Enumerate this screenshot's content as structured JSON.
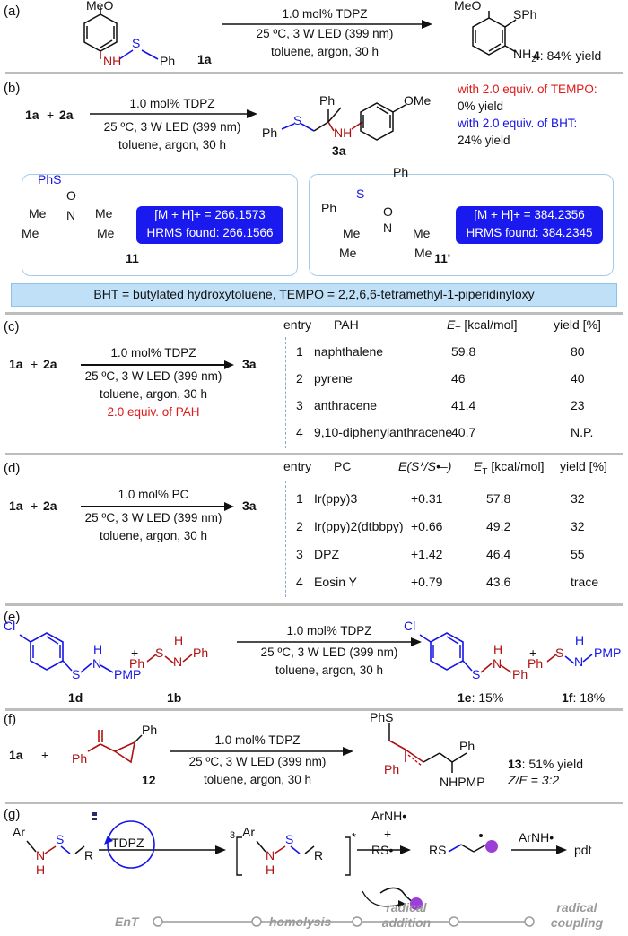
{
  "colors": {
    "blue_bond": "#1414e6",
    "red_bond": "#b01010",
    "rule": "#bdbdbd",
    "banner": "#bfe0f7",
    "hrms_bg": "#1a1aee",
    "purple": "#9b3fd6",
    "grey_mech": "#9a9a9a"
  },
  "panel_a": {
    "label": "(a)",
    "sm_label": "1a",
    "conditions": [
      "1.0 mol% TDPZ",
      "25 ºC, 3 W LED (399 nm)",
      "toluene, argon, 30 h"
    ],
    "product_label": "4",
    "product_yield": ": 84% yield",
    "atoms": {
      "meo": "MeO",
      "nh": "NH",
      "s": "S",
      "ph": "Ph",
      "sph": "SPh",
      "nh2": "NH",
      "nh2_sub": "2"
    }
  },
  "panel_b": {
    "label": "(b)",
    "reactants": [
      "1a",
      "+",
      "2a"
    ],
    "conditions": [
      "1.0 mol% TDPZ",
      "25 ºC, 3 W LED (399 nm)",
      "toluene, argon, 30 h"
    ],
    "product_label": "3a",
    "notes": [
      {
        "text": "with 2.0 equiv. of TEMPO:",
        "color": "red"
      },
      {
        "text": "0% yield",
        "color": "black"
      },
      {
        "text": "with 2.0 equiv. of BHT:",
        "color": "blue"
      },
      {
        "text": "24% yield",
        "color": "black"
      }
    ],
    "adduct1": {
      "label": "11",
      "mz": "[M + H]+ = 266.1573",
      "found": "HRMS found: 266.1566"
    },
    "adduct2": {
      "label": "11'",
      "mz": "[M + H]+ = 384.2356",
      "found": "HRMS found: 384.2345"
    },
    "banner": "BHT = butylated hydroxytoluene, TEMPO = 2,2,6,6-tetramethyl-1-piperidinyloxy",
    "atoms": {
      "ph": "Ph",
      "ome": "OMe",
      "nh": "NH",
      "s": "S",
      "phs": "PhS",
      "o": "O",
      "n": "N",
      "me": "Me"
    }
  },
  "panel_c": {
    "label": "(c)",
    "reactants": [
      "1a",
      "+",
      "2a"
    ],
    "conditions": [
      "1.0 mol% TDPZ",
      "25 ºC, 3 W LED (399 nm)",
      "toluene, argon, 30 h"
    ],
    "extra_condition": "2.0 equiv. of PAH",
    "product_label": "3a",
    "headers": [
      "entry",
      "PAH",
      "E",
      "T",
      " [kcal/mol]",
      "yield [%]"
    ],
    "rows": [
      [
        "1",
        "naphthalene",
        "59.8",
        "80"
      ],
      [
        "2",
        "pyrene",
        "46",
        "40"
      ],
      [
        "3",
        "anthracene",
        "41.4",
        "23"
      ],
      [
        "4",
        "9,10-diphenylanthracene",
        "40.7",
        "N.P."
      ]
    ]
  },
  "panel_d": {
    "label": "(d)",
    "reactants": [
      "1a",
      "+",
      "2a"
    ],
    "conditions": [
      "1.0 mol% PC",
      "25 ºC, 3 W LED (399 nm)",
      "toluene, argon, 30 h"
    ],
    "product_label": "3a",
    "headers": [
      "entry",
      "PC",
      "E(S*/S•–)",
      "E",
      "T",
      " [kcal/mol]",
      "yield [%]"
    ],
    "rows": [
      [
        "1",
        "Ir(ppy)3",
        "+0.31",
        "57.8",
        "32"
      ],
      [
        "2",
        "Ir(ppy)2(dtbbpy)",
        "+0.66",
        "49.2",
        "32"
      ],
      [
        "3",
        "DPZ",
        "+1.42",
        "46.4",
        "55"
      ],
      [
        "4",
        "Eosin Y",
        "+0.79",
        "43.6",
        "trace"
      ]
    ]
  },
  "panel_e": {
    "label": "(e)",
    "conditions": [
      "1.0 mol% TDPZ",
      "25 ºC, 3 W LED (399 nm)",
      "toluene, argon, 30 h"
    ],
    "labels": [
      "1d",
      "1b",
      "1e",
      "1f"
    ],
    "yields": [
      ": 15%",
      ": 18%"
    ],
    "atoms": {
      "cl": "Cl",
      "s": "S",
      "h": "H",
      "n": "N",
      "pmp": "PMP",
      "ph": "Ph",
      "plus": "+"
    }
  },
  "panel_f": {
    "label": "(f)",
    "sm": "1a",
    "plus": "+",
    "reagent_label": "12",
    "conditions": [
      "1.0 mol% TDPZ",
      "25 ºC, 3 W LED (399 nm)",
      "toluene, argon, 30 h"
    ],
    "product_label": "13",
    "product_yield": ": 51% yield",
    "ratio": "Z/E = 3:2",
    "atoms": {
      "phs": "PhS",
      "ph": "Ph",
      "nhpmp": "NHPMP"
    }
  },
  "panel_g": {
    "label": "(g)",
    "catalyst": "TDPZ",
    "atoms": {
      "ar": "Ar",
      "n": "N",
      "h": "H",
      "s": "S",
      "r": "R",
      "three": "3",
      "star": "*",
      "arnh": "ArNH",
      "rs": "RS",
      "plus": "+",
      "pdt": "pdt"
    },
    "steps": [
      "EnT",
      "homolysis",
      "radical addition",
      "radical coupling"
    ]
  }
}
